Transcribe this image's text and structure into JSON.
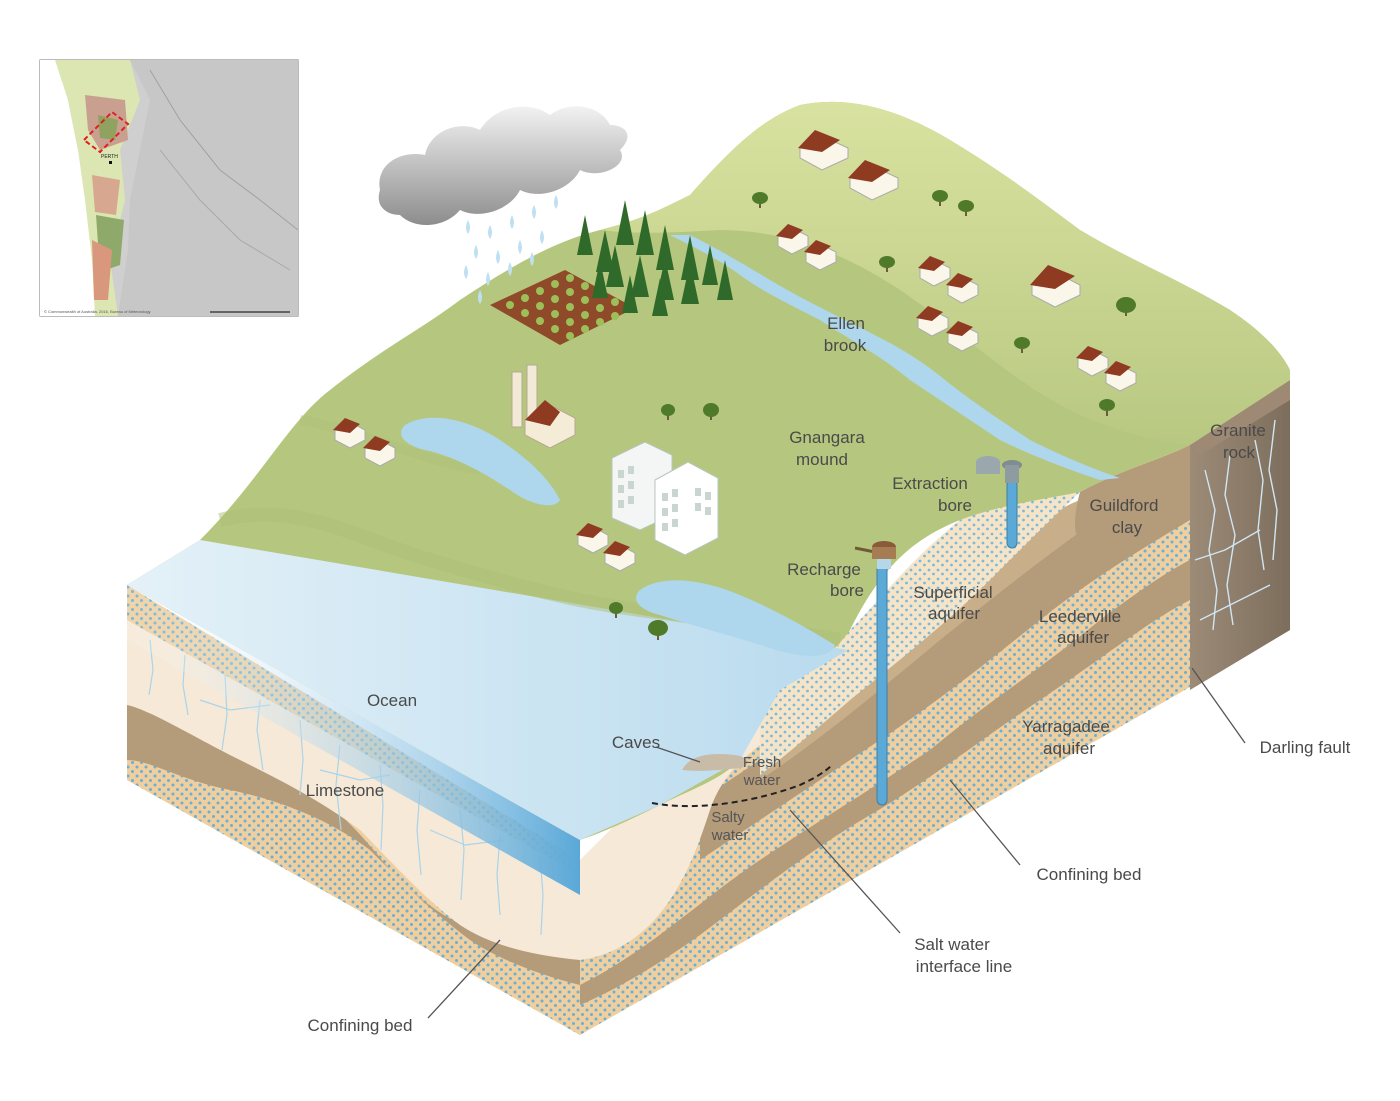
{
  "labels": {
    "ocean": "Ocean",
    "limestone": "Limestone",
    "caves": "Caves",
    "fresh_water": [
      "Fresh",
      "water"
    ],
    "salty_water": [
      "Salty",
      "water"
    ],
    "confining_bed_left": "Confining bed",
    "salt_water_interface": [
      "Salt water",
      "interface line"
    ],
    "confining_bed_right": "Confining bed",
    "yarragadee_aquifer": [
      "Yarragadee",
      "aquifer"
    ],
    "leederville_aquifer": [
      "Leederville",
      "aquifer"
    ],
    "superficial_aquifer": [
      "Superficial",
      "aquifer"
    ],
    "guildford_clay": [
      "Guildford",
      "clay"
    ],
    "granite_rock": [
      "Granite",
      "rock"
    ],
    "darling_fault": "Darling fault",
    "extraction_bore": [
      "Extraction",
      "bore"
    ],
    "recharge_bore": [
      "Recharge",
      "bore"
    ],
    "gnangara_mound": [
      "Gnangara",
      "mound"
    ],
    "ellen_brook": [
      "Ellen",
      "brook"
    ]
  },
  "inset_map": {
    "town_label": "PERTH",
    "credit": "© Commonwealth of Australia, 2016, Bureau of Meteorology"
  },
  "colors": {
    "land_green": "#b5c77f",
    "hill_green": "#cfda92",
    "ocean_blue": "#cfe6f3",
    "limestone": "#f6e9d8",
    "confining_brown": "#b39a79",
    "aquifer_sand": "#f0cf9f",
    "aquifer_dots": "#6ab0d4",
    "granite": "#8a7a68",
    "water_blue": "#aed6ec",
    "cloud_grey": "#9a9a9a",
    "roof_red": "#8f3b22"
  }
}
